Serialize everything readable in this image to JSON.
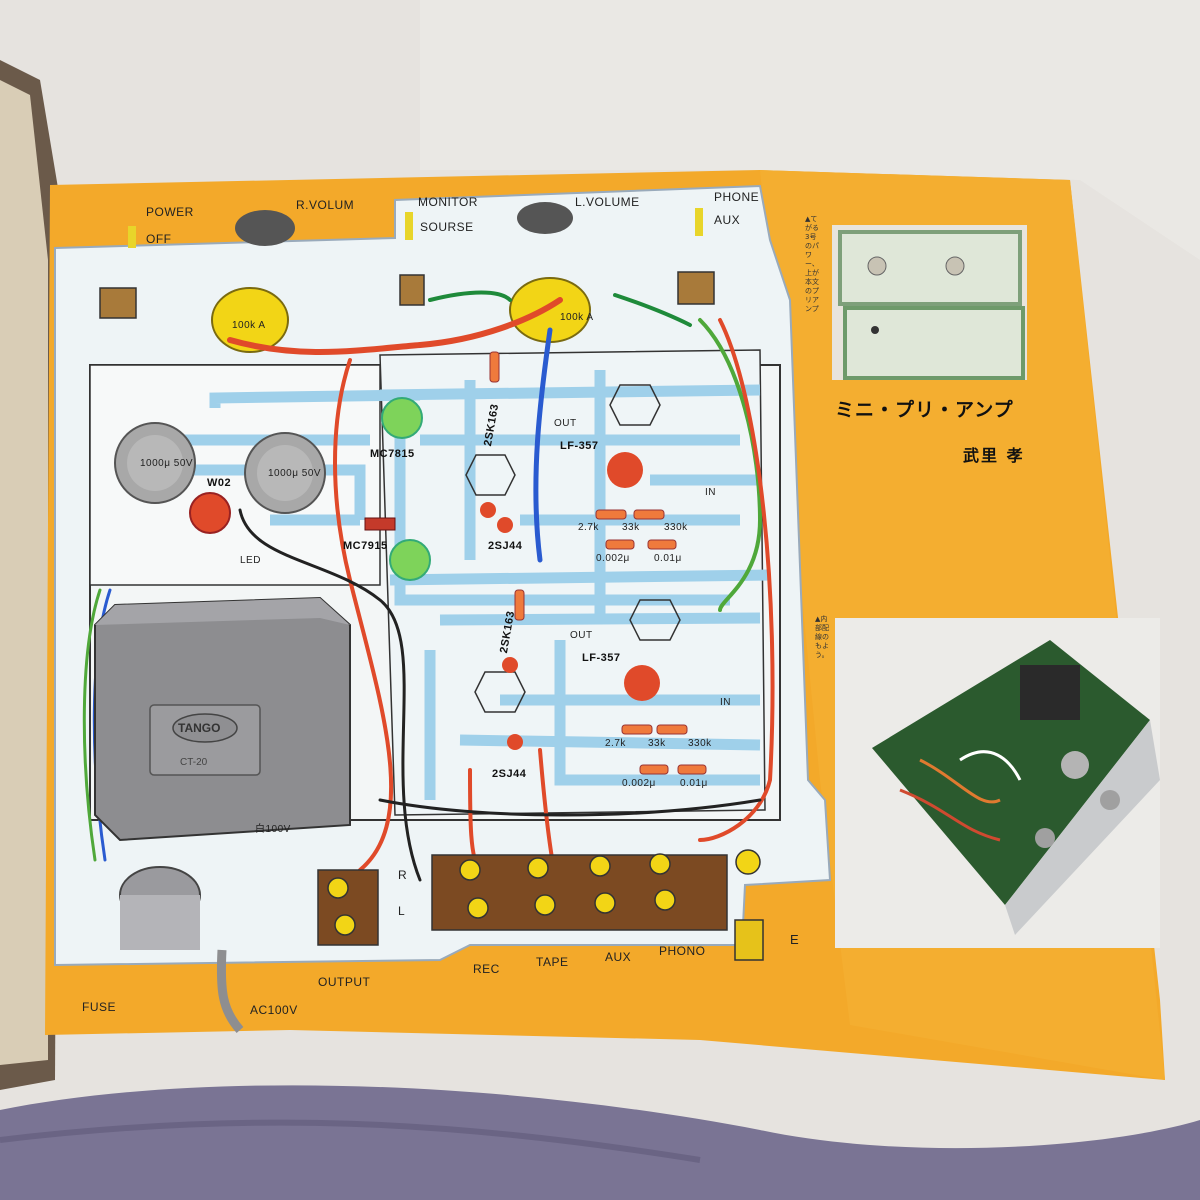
{
  "article": {
    "title": "ミニ・プリ・アンプ",
    "author": "武里 孝",
    "caption_top": "▲てがる3号のパワー、上が本文のプリアンプ",
    "caption_bottom": "▲内部配線のもよう。"
  },
  "panel_labels": {
    "power": "POWER",
    "off": "OFF",
    "r_volume": "R.VOLUM",
    "monitor": "MONITOR",
    "sourse": "SOURSE",
    "l_volume": "L.VOLUME",
    "phone": "PHONE",
    "aux_top": "AUX",
    "output": "OUTPUT",
    "rec": "REC",
    "tape": "TAPE",
    "aux_bottom": "AUX",
    "phono": "PHONO",
    "e": "E",
    "fuse": "FUSE",
    "ac100v": "AC100V",
    "r": "R",
    "l": "L"
  },
  "parts": {
    "mc7815": "MC7815",
    "mc7915": "MC7915",
    "w02": "W02",
    "cap_1000_left": "1000μ 50V",
    "cap_1000_right": "1000μ 50V",
    "pot_100k_left": "100k A",
    "pot_100k_right": "100k A",
    "lf357_top": "LF-357",
    "lf357_bottom": "LF-357",
    "fet_2sk163_top": "2SK163",
    "fet_2sj44_top": "2SJ44",
    "fet_2sk163_bottom": "2SK163",
    "fet_2sj44_bottom": "2SJ44",
    "transformer_brand": "TANGO",
    "transformer_model": "CT-20",
    "ac_lead": "白100V",
    "led": "LED",
    "r_27k_top": "2.7k",
    "r_33k_top": "33k",
    "r_330k_top": "330k",
    "c_0002_top": "0.002μ",
    "c_001_top": "0.01μ",
    "r_27k_bottom": "2.7k",
    "r_33k_bottom": "33k",
    "r_330k_bottom": "330k",
    "c_0002_bottom": "0.002μ",
    "c_001_bottom": "0.01μ",
    "out_top": "OUT",
    "in_top": "IN",
    "out_bottom": "OUT",
    "in_bottom": "IN"
  },
  "colors": {
    "page_orange": "#f3a92a",
    "board_blue": "#9fd0ea",
    "wire_red": "#e04a2a",
    "wire_blue": "#2a5bd0",
    "wire_green": "#4fa83a",
    "cap_gray": "#a8a8a8",
    "transformer_gray": "#8d8d90"
  }
}
